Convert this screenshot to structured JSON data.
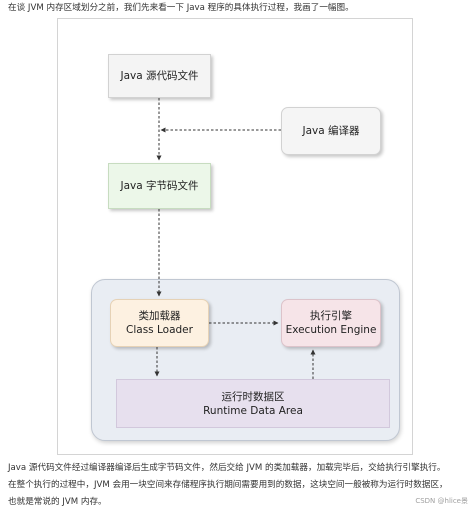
{
  "intro": "在谈 JVM 内存区域划分之前，我们先来看一下 Java 程序的具体执行过程，我画了一幅图。",
  "diagram": {
    "source_file": "Java 源代码文件",
    "compiler": "Java 编译器",
    "bytecode_file": "Java 字节码文件",
    "class_loader": {
      "cn": "类加载器",
      "en": "Class Loader"
    },
    "execution_engine": {
      "cn": "执行引擎",
      "en": "Execution Engine"
    },
    "runtime_data_area": {
      "cn": "运行时数据区",
      "en": "Runtime Data Area"
    }
  },
  "body_lines": [
    "Java 源代码文件经过编译器编译后生成字节码文件，然后交给 JVM 的类加载器，加载完毕后，交给执行引擎执行。",
    "在整个执行的过程中，JVM 会用一块空间来存储程序执行期间需要用到的数据，这块空间一般被称为运行时数据区，",
    "也就是常说的 JVM 内存。"
  ],
  "watermark": "CSDN @hlice景",
  "colors": {
    "source_fill": "#f4f4f4",
    "bytecode_fill": "#ecf7e9",
    "loader_fill": "#fdf1e1",
    "engine_fill": "#f6e4e8",
    "area_fill": "#e7e0ee",
    "runtime_fill": "#e9edf3"
  }
}
